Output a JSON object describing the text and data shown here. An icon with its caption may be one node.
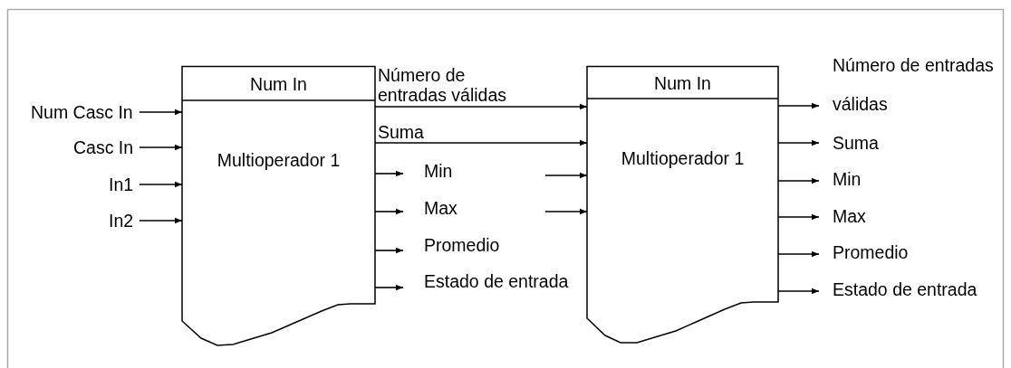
{
  "diagram": {
    "nodes": [
      {
        "text": [
          "Num In",
          "Multioperador 1"
        ]
      },
      {
        "text": [
          "Num In",
          "Multioperador 1"
        ]
      },
      {
        "text": [
          "Num Casc In"
        ]
      },
      {
        "text": [
          "Casc In"
        ]
      },
      {
        "text": [
          "In1"
        ]
      },
      {
        "text": [
          "In2"
        ]
      },
      {
        "text": [
          "Min"
        ]
      },
      {
        "text": [
          "Max"
        ]
      },
      {
        "text": [
          "Promedio"
        ]
      },
      {
        "text": [
          "Estado de entrada"
        ]
      },
      {
        "text": [
          "Número de entradas válidas"
        ]
      },
      {
        "text": [
          "Suma"
        ]
      },
      {
        "text": [
          "Min"
        ]
      },
      {
        "text": [
          "Max"
        ]
      },
      {
        "text": [
          "Promedio"
        ]
      },
      {
        "text": [
          "Estado de entrada"
        ]
      }
    ],
    "edges": [
      {
        "from": 2,
        "to": 0,
        "arrow": "to"
      },
      {
        "from": 3,
        "to": 0,
        "arrow": "to"
      },
      {
        "from": 4,
        "to": 0,
        "arrow": "to"
      },
      {
        "from": 5,
        "to": 0,
        "arrow": "to"
      },
      {
        "from": 0,
        "to": 6,
        "arrow": "to"
      },
      {
        "from": 0,
        "to": 7,
        "arrow": "to"
      },
      {
        "from": 0,
        "to": 8,
        "arrow": "to"
      },
      {
        "from": 0,
        "to": 9,
        "arrow": "to"
      },
      {
        "from": 0,
        "to": 1,
        "arrow": "to",
        "label": "Número de entradas válidas"
      },
      {
        "from": 0,
        "to": 1,
        "arrow": "to",
        "label": "Suma"
      },
      {
        "from": null,
        "to": 1,
        "arrow": "to"
      },
      {
        "from": null,
        "to": 1,
        "arrow": "to"
      },
      {
        "from": 1,
        "to": 10,
        "arrow": "to"
      },
      {
        "from": 1,
        "to": 11,
        "arrow": "to"
      },
      {
        "from": 1,
        "to": 12,
        "arrow": "to"
      },
      {
        "from": 1,
        "to": 13,
        "arrow": "to"
      },
      {
        "from": 1,
        "to": 14,
        "arrow": "to"
      },
      {
        "from": 1,
        "to": 15,
        "arrow": "to"
      }
    ]
  }
}
